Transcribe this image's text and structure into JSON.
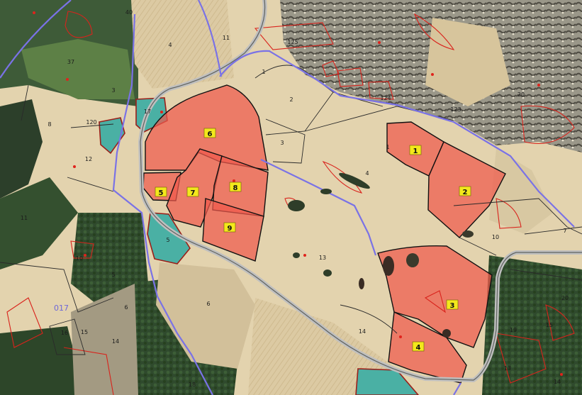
{
  "map": {
    "highlighted_parcels": [
      "1",
      "2",
      "3",
      "4",
      "5",
      "6",
      "7",
      "8",
      "9"
    ],
    "parcel_labels": [
      "40",
      "4",
      "11",
      "125",
      "1",
      "37",
      "3",
      "2",
      "17",
      "124",
      "123",
      "20",
      "120",
      "12",
      "1",
      "3",
      "4",
      "13",
      "11",
      "10",
      "5",
      "6",
      "14",
      "16",
      "15",
      "14",
      "7",
      "10",
      "15",
      "14",
      "20",
      "18",
      "19",
      "13",
      "8",
      "6",
      "5"
    ],
    "municipal_label": "017",
    "colors": {
      "highlight_fill": "#f0594c",
      "cadastral_line": "#d9231c",
      "municipal_boundary": "#7a72e6",
      "label_chip": "#f3e81c",
      "water": "#4ab0a4",
      "road": "#bfbfbf"
    }
  }
}
